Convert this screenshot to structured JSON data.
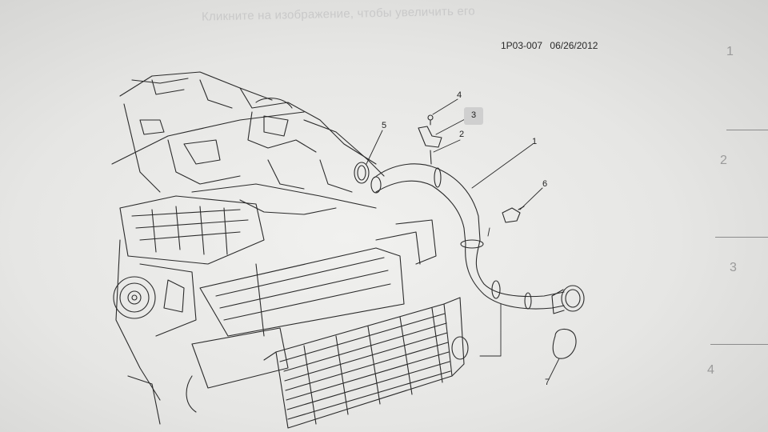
{
  "page": {
    "hint_text": "Кликните на изображение, чтобы увеличить его",
    "diagram_code": "1P03-007",
    "diagram_date": "06/26/2012"
  },
  "thumbnails": [
    "1",
    "2",
    "3",
    "4"
  ],
  "callouts": [
    "1",
    "2",
    "3",
    "4",
    "5",
    "6",
    "7"
  ]
}
